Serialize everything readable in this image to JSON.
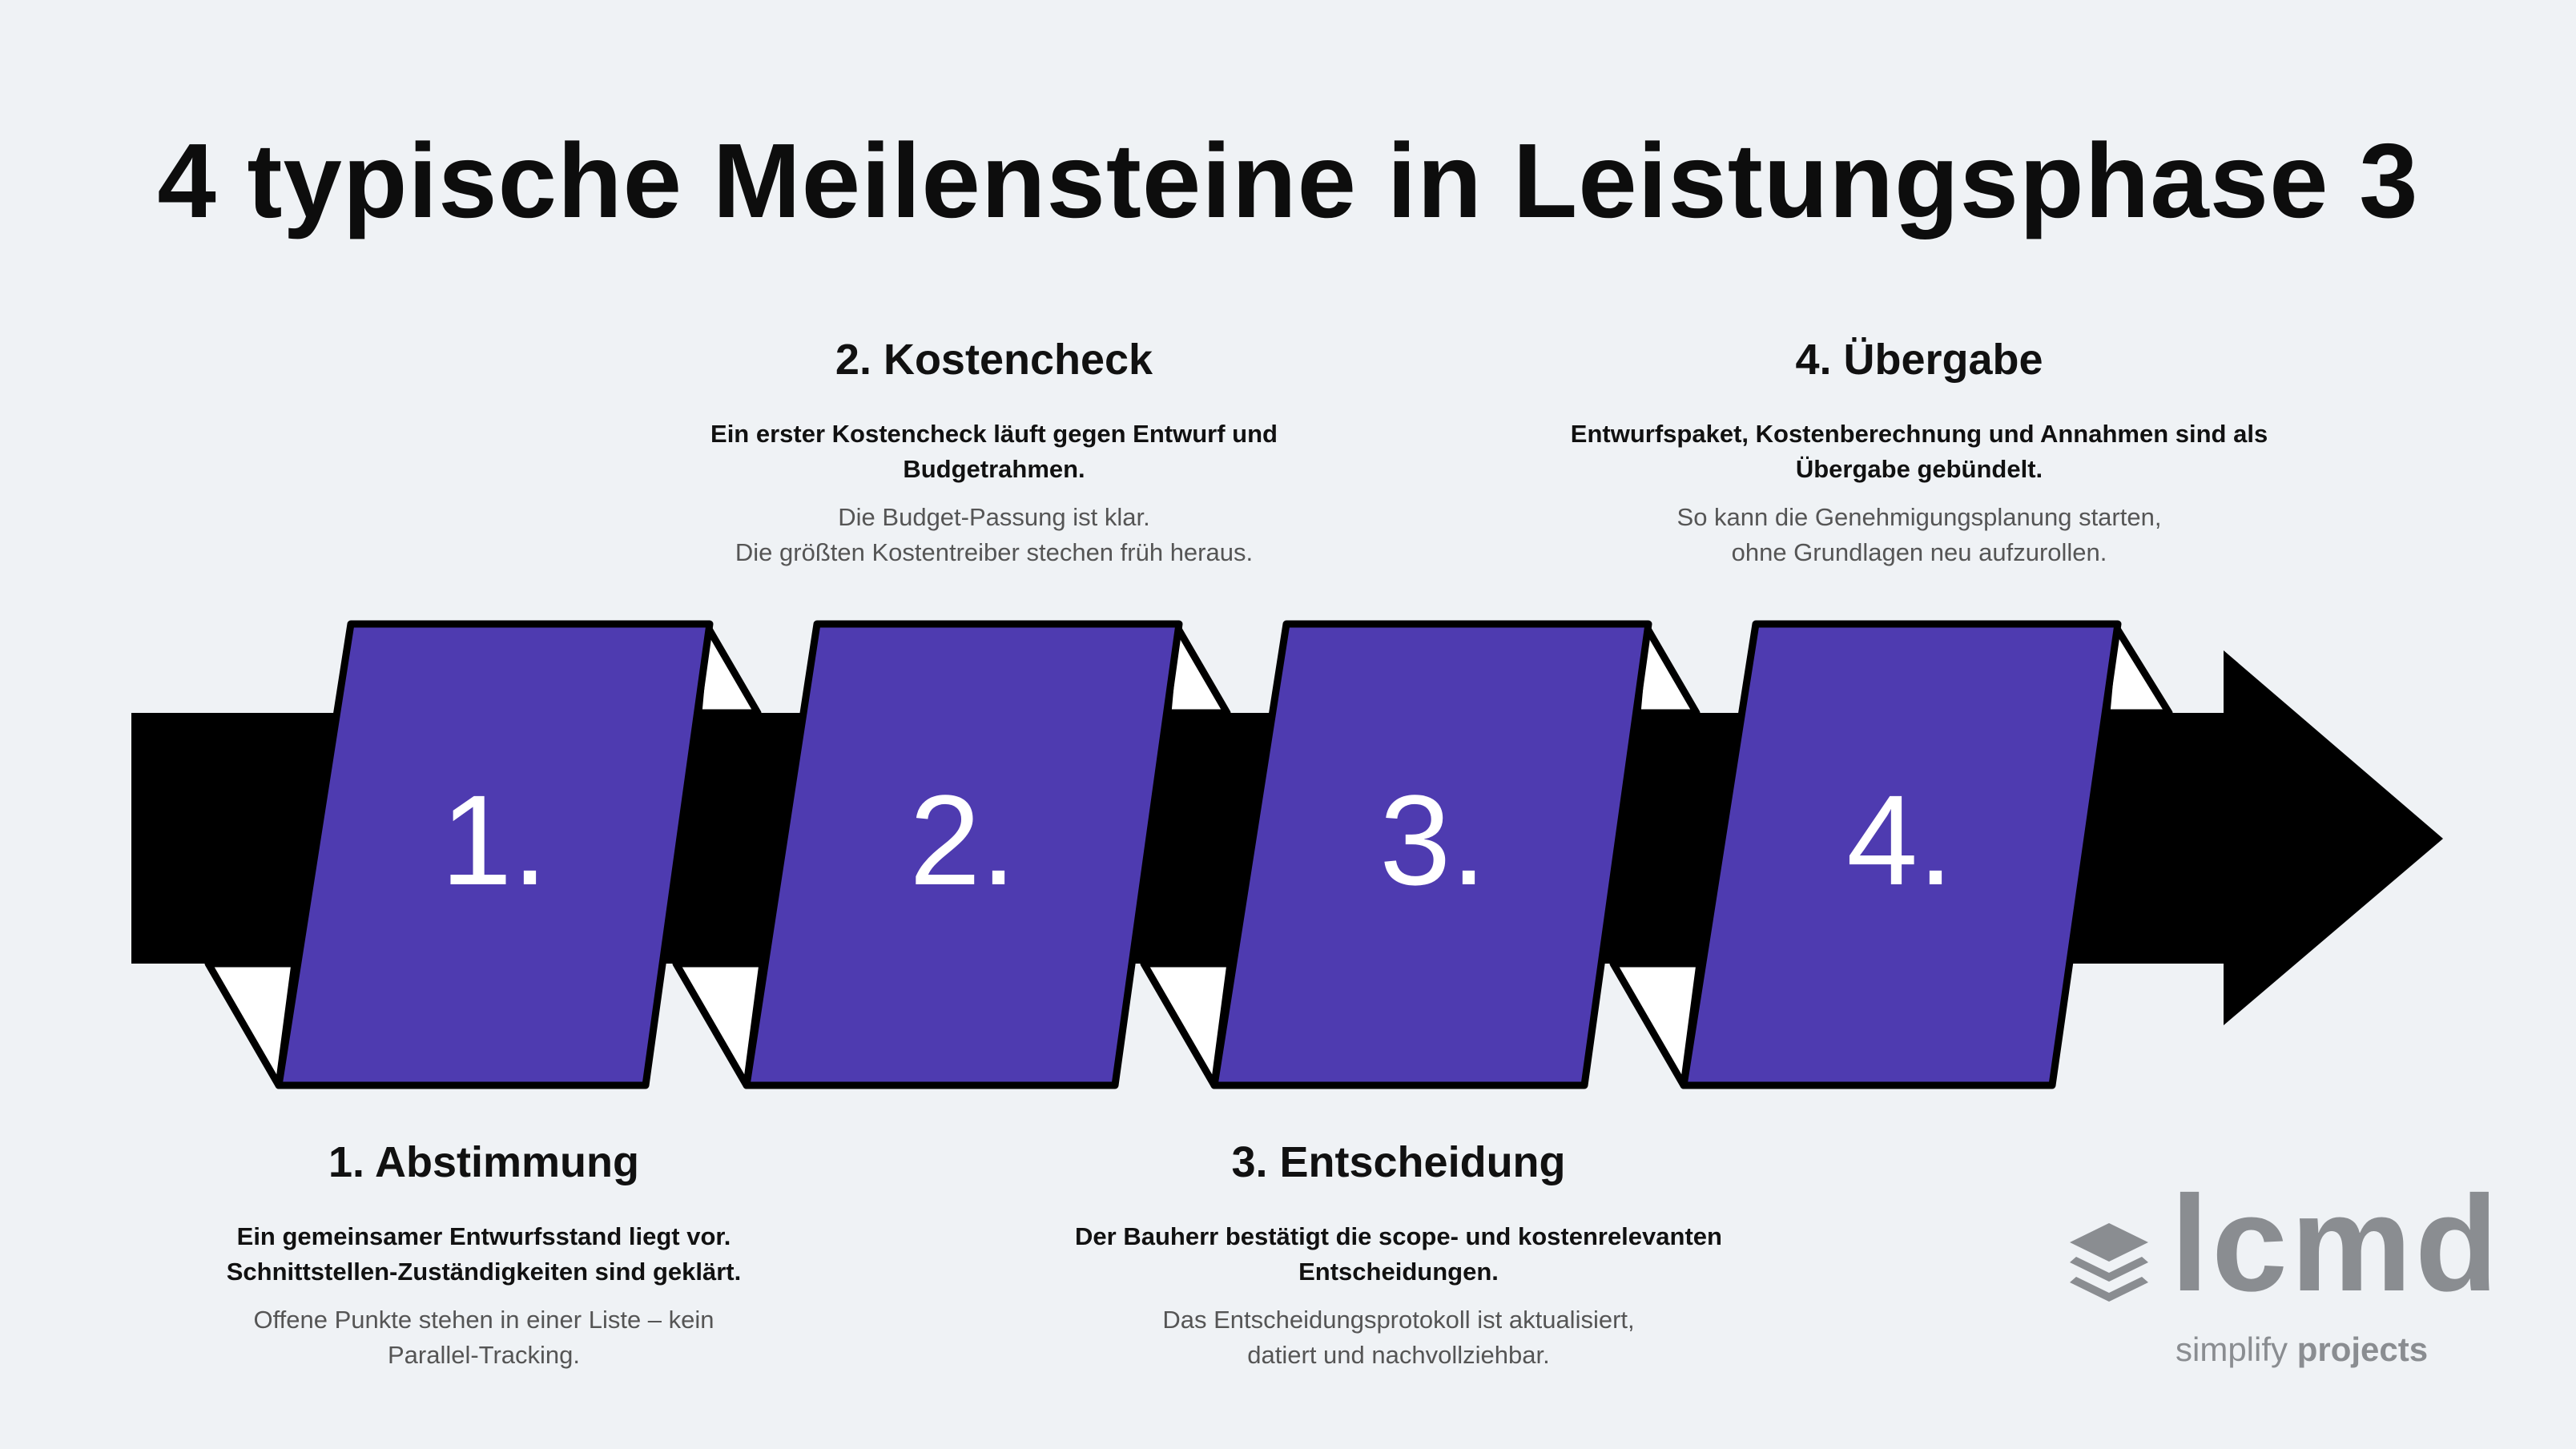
{
  "title": "4 typische Meilensteine in Leistungsphase 3",
  "colors": {
    "background": "#eff2f5",
    "arrow": "#000000",
    "panel": "#4e3bb0",
    "panel_text": "#ffffff"
  },
  "steps": [
    {
      "number": "1."
    },
    {
      "number": "2."
    },
    {
      "number": "3."
    },
    {
      "number": "4."
    }
  ],
  "milestones": [
    {
      "heading": "1. Abstimmung",
      "bold": "Ein gemeinsamer Entwurfsstand liegt vor.\nSchnittstellen-Zuständigkeiten sind geklärt.",
      "muted": "Offene Punkte stehen in einer Liste – kein\nParallel-Tracking."
    },
    {
      "heading": "2. Kostencheck",
      "bold": "Ein erster Kostencheck läuft gegen Entwurf und\nBudgetrahmen.",
      "muted": "Die Budget-Passung ist klar.\nDie größten Kostentreiber stechen früh heraus."
    },
    {
      "heading": "3. Entscheidung",
      "bold": "Der Bauherr bestätigt die scope- und kostenrelevanten\nEntscheidungen.",
      "muted": "Das Entscheidungsprotokoll ist aktualisiert,\ndatiert und nachvollziehbar."
    },
    {
      "heading": "4. Übergabe",
      "bold": "Entwurfspaket, Kostenberechnung und Annahmen sind als\nÜbergabe gebündelt.",
      "muted": "So kann die Genehmigungsplanung starten,\nohne Grundlagen neu aufzurollen."
    }
  ],
  "logo": {
    "wordmark": "lcmd",
    "tagline_light": "simplify",
    "tagline_bold": "projects",
    "icon": "layers-icon"
  }
}
